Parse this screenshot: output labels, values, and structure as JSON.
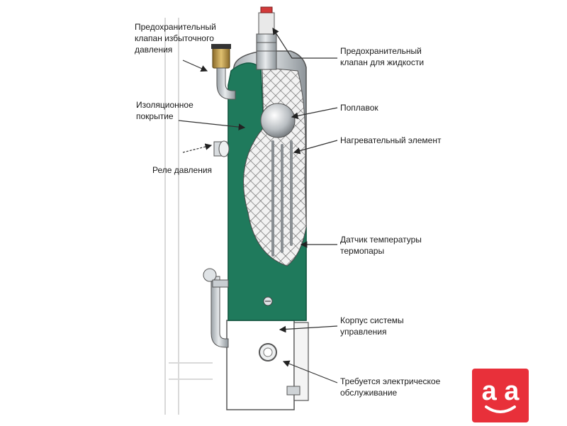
{
  "labels": {
    "pressure_relief_valve": "Предохранительный\nклапан избыточного\nдавления",
    "insulation": "Изоляционное\nпокрытие",
    "pressure_relay": "Реле давления",
    "liquid_relief_valve": "Предохранительный\nклапан для жидкости",
    "float": "Поплавок",
    "heating_element": "Нагревательный элемент",
    "thermocouple_sensor": "Датчик температуры\nтермопары",
    "control_housing": "Корпус системы\nуправления",
    "electrical_service": "Требуется электрическое\nобслуживание"
  },
  "logo": {
    "glyphs": "a a",
    "color": "#e8303a"
  },
  "colors": {
    "insulation_green": "#1f7a5c",
    "metal": "#c9ced2",
    "line": "#333333"
  }
}
